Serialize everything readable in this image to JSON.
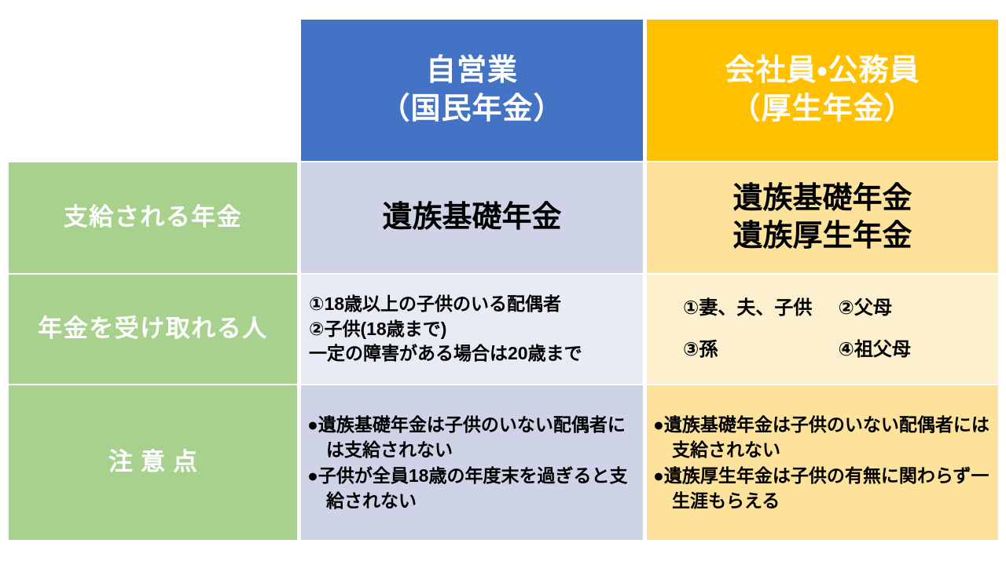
{
  "table": {
    "corner_label": "",
    "columns": [
      {
        "id": "self-employed",
        "line1": "自営業",
        "line2": "（国民年金）",
        "bg": "#4472c4"
      },
      {
        "id": "employee-public-servant",
        "line1": "会社員・公務員",
        "line2": "（厚生年金）",
        "bg": "#ffc000"
      }
    ],
    "rows": [
      {
        "id": "pension-paid",
        "label": "支給される年金",
        "self_employed": {
          "line1": "遺族基礎年金",
          "line2": ""
        },
        "employee": {
          "line1": "遺族基礎年金",
          "line2": "遺族厚生年金"
        }
      },
      {
        "id": "eligible-recipients",
        "label": "年金を受け取れる人",
        "self_employed_lines": [
          "①18歳以上の子供のいる配偶者",
          "②子供(18歳まで)",
          "一定の障害がある場合は20歳まで"
        ],
        "employee_items": [
          "①妻、夫、子供",
          "②父母",
          "③孫",
          "④祖父母"
        ]
      },
      {
        "id": "notes",
        "label": "注意点",
        "self_employed_bullets": [
          "●遺族基礎年金は子供のいない配偶者には支給されない",
          "●子供が全員18歳の年度末を過ぎると支給されない"
        ],
        "employee_bullets": [
          "●遺族基礎年金は子供のいない配偶者には支給されない",
          "●遺族厚生年金は子供の有無に関わらず一生涯もらえる"
        ]
      }
    ]
  },
  "colors": {
    "header_blue": "#4472c4",
    "header_amber": "#ffc000",
    "row_header_green": "#a9d18e",
    "body_blue_strong": "#ced3e8",
    "body_blue_light": "#e8eaf4",
    "body_amber_strong": "#fce29b",
    "body_amber_light": "#fdf0cf",
    "text_dark": "#000000",
    "text_light": "#ffffff"
  }
}
